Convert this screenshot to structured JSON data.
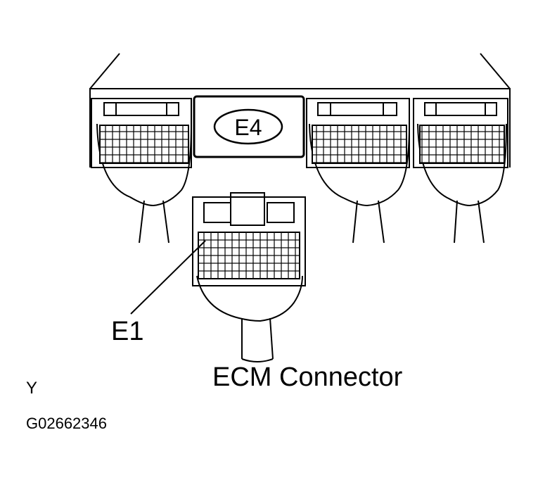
{
  "labels": {
    "e4": "E4",
    "e1": "E1",
    "ecm_connector": "ECM Connector",
    "view": "Y",
    "figure_code": "G02662346"
  },
  "colors": {
    "line": "#000000",
    "background": "#ffffff"
  }
}
